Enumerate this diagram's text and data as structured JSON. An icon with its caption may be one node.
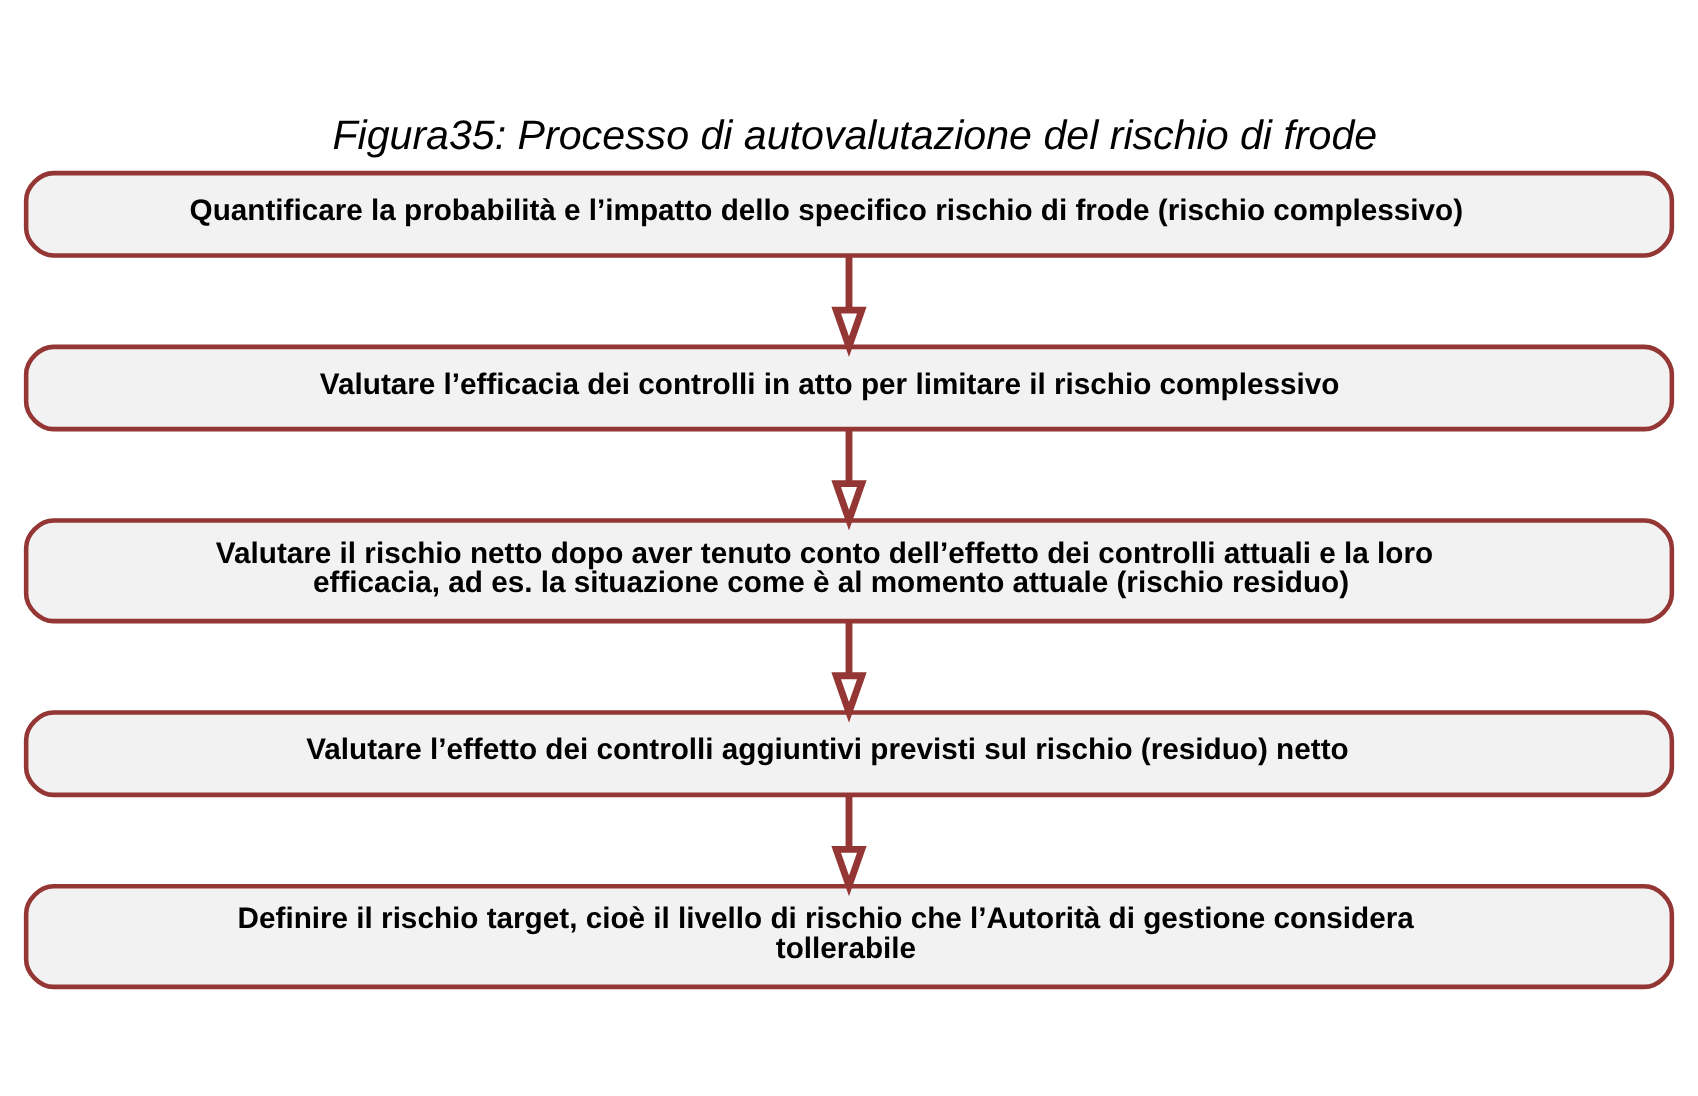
{
  "diagram": {
    "title": "Figura35: Processo di autovalutazione del rischio di frode",
    "nodes": [
      {
        "text": [
          "Quantificare la probabilità e l’impatto dello specifico rischio di frode (rischio complessivo)"
        ]
      },
      {
        "text": [
          "Valutare l’efficacia dei controlli in atto per limitare il rischio complessivo"
        ]
      },
      {
        "text": [
          "Valutare il rischio netto dopo aver tenuto conto dell’effetto dei controlli attuali e la loro efficacia, ad es. la situazione come è al momento attuale (rischio residuo)"
        ]
      },
      {
        "text": [
          "Valutare l’effetto dei controlli aggiuntivi previsti sul rischio (residuo) netto"
        ]
      },
      {
        "text": [
          "Definire il rischio target, cioè il livello di rischio che l’Autorità di gestione considera tollerabile"
        ]
      }
    ],
    "edges": [
      {
        "from": 0,
        "to": 1,
        "arrow": "to"
      },
      {
        "from": 1,
        "to": 2,
        "arrow": "to"
      },
      {
        "from": 2,
        "to": 3,
        "arrow": "to"
      },
      {
        "from": 3,
        "to": 4,
        "arrow": "to"
      }
    ]
  }
}
